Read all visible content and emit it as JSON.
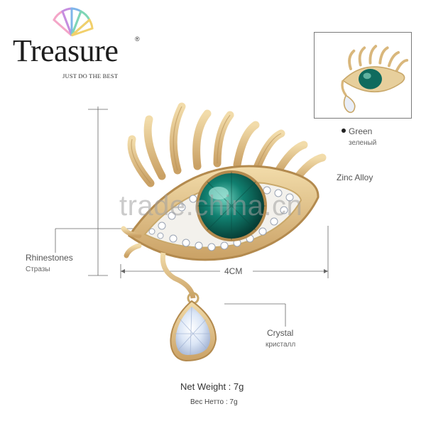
{
  "brand": {
    "name": "Treasure",
    "registered": "®",
    "tagline": "JUST DO THE BEST",
    "colors": [
      "#f4a6c8",
      "#c58ee0",
      "#7fb5ea",
      "#7fd6b6",
      "#f2d06b"
    ]
  },
  "product": {
    "watermark": "trade.china.cn",
    "color_label": "Green",
    "color_label_ru": "зеленый",
    "material": "Zinc Alloy",
    "stone_label": "Rhinestones",
    "stone_label_ru": "Стразы",
    "width_label": "4CM",
    "pendant_label": "Crystal",
    "pendant_label_ru": "кристалл",
    "net_weight": "Net Weight : 7g",
    "net_weight_ru": "Вес Нетто : 7g",
    "metal_color": "#e3c58f",
    "gem_color": "#0f6b5e",
    "crystal_color": "#e9eef8"
  }
}
